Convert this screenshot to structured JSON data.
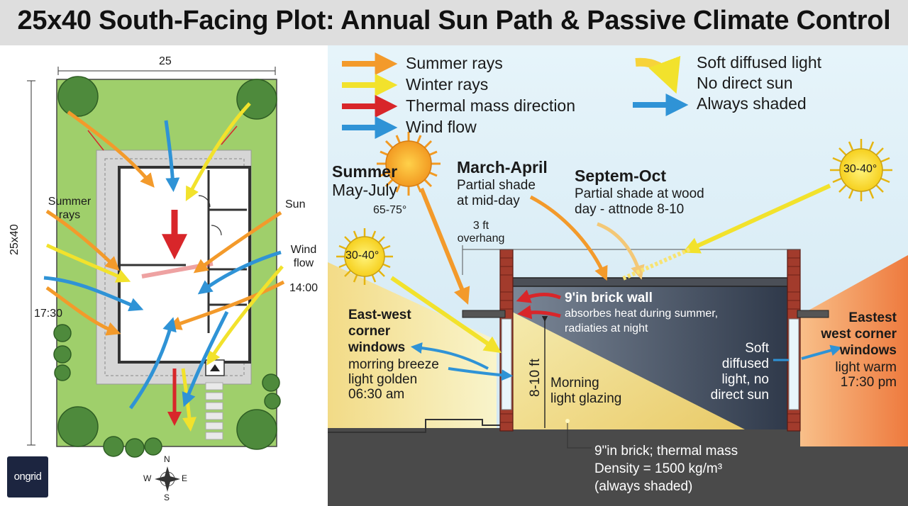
{
  "title": "25x40 South-Facing Plot: Annual Sun Path & Passive Climate Control",
  "colors": {
    "summer": "#f39a2b",
    "winter": "#f2e22c",
    "thermal": "#d8262a",
    "wind": "#2f93d6",
    "brick": "#a23b2c",
    "grass": "#9fcf6b",
    "sky": "#dceff8"
  },
  "legend": {
    "summer_rays": "Summer rays",
    "winter_rays": "Winter rays",
    "thermal_mass": "Thermal mass direction",
    "wind_flow": "Wind flow",
    "soft_light_1": "Soft diffused light",
    "soft_light_2": "No direct sun",
    "always_shaded": "Always shaded"
  },
  "plan": {
    "width_label": "25",
    "height_label": "25x40",
    "summer_rays_1": "Summer",
    "summer_rays_2": "rays",
    "sun": "Sun",
    "wind_1": "Wind",
    "wind_2": "flow",
    "time_1400": "14:00",
    "time_1730": "17:30",
    "compass": {
      "n": "N",
      "s": "S",
      "e": "E",
      "w": "W"
    },
    "logo": "ongrid"
  },
  "section": {
    "summer_1": "Summer",
    "summer_2": "May-July",
    "summer_angle": "65-75°",
    "sun_low_angle": "30-40°",
    "sun_right_angle": "30-40°",
    "march_title": "March-April",
    "march_1": "Partial shade",
    "march_2": "at mid-day",
    "sept_title": "Septem-Oct",
    "sept_1": "Partial shade at wood",
    "sept_2": "day - attnode 8-10",
    "overhang_1": "3 ft",
    "overhang_2": "overhang",
    "brick_title": "9'in brick wall",
    "brick_1": "absorbes heat during summer,",
    "brick_2": "radiaties at night",
    "east_title_1": "East-west",
    "east_title_2": "corner",
    "east_title_3": "windows",
    "east_1": "morring breeze",
    "east_2": "light golden",
    "east_3": "06:30 am",
    "height": "8-10 ft",
    "morning_1": "Morning",
    "morning_2": "light glazing",
    "soft_1": "Soft",
    "soft_2": "diffused",
    "soft_3": "light, no",
    "soft_4": "direct sun",
    "west_title_1": "Eastest",
    "west_title_2": "west corner",
    "west_title_3": "windows",
    "west_1": "light warm",
    "west_2": "17:30 pm",
    "floor_1": "9\"in brick; thermal mass",
    "floor_2": "Density = 1500 kg/m³",
    "floor_3": "(always shaded)"
  }
}
